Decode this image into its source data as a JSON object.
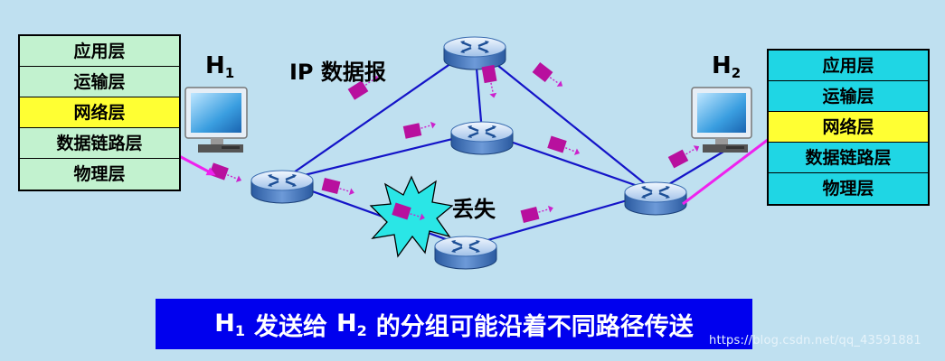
{
  "left_stack": {
    "host_name": "H",
    "host_sub": "1",
    "layers": [
      "应用层",
      "运输层",
      "网络层",
      "数据链路层",
      "物理层"
    ]
  },
  "right_stack": {
    "host_name": "H",
    "host_sub": "2",
    "layers": [
      "应用层",
      "运输层",
      "网络层",
      "数据链路层",
      "物理层"
    ]
  },
  "highlighted_layer": "网络层",
  "datagram_label": "IP 数据报",
  "lost_label": "丢失",
  "caption": {
    "h1": "H",
    "h1_sub": "1",
    "verb": "发送给",
    "h2": "H",
    "h2_sub": "2",
    "rest": "的分组可能沿着不同路径传送"
  },
  "watermark": "https://blog.csdn.net/qq_43591881",
  "colors": {
    "background": "#bfe0f0",
    "link": "#1414c8",
    "packet": "#b8109e",
    "packet_arrow": "#cc22cc",
    "h1_stack": "#c2f2cf",
    "h2_stack": "#1fd6e4",
    "highlight": "#ffff33",
    "banner": "#0000ee",
    "burst": "#2ae6e6"
  }
}
